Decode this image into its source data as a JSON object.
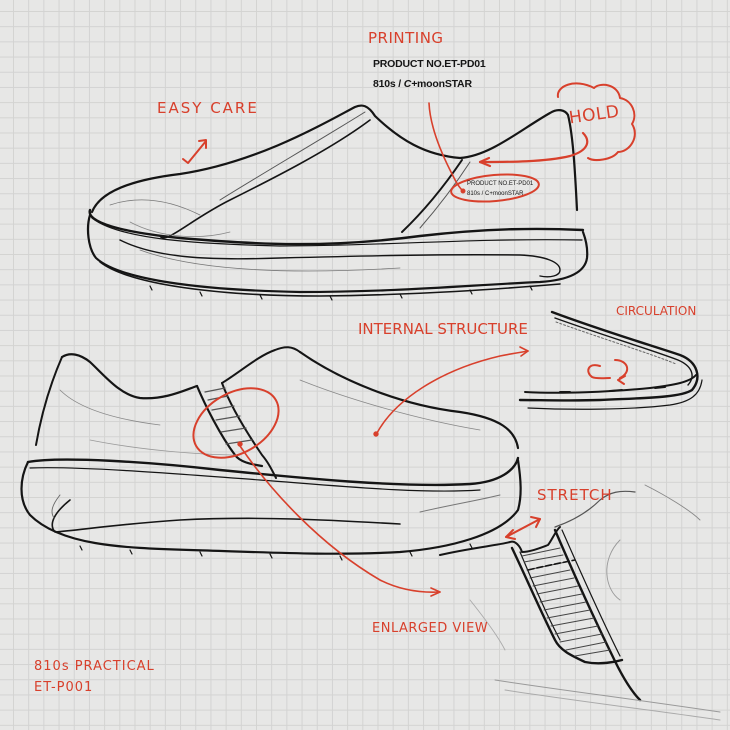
{
  "annotations": {
    "printing": "PRINTING",
    "easy_care": "EASY CARE",
    "hold": "HOLD",
    "internal_structure": "INTERNAL STRUCTURE",
    "circulation": "CIRCULATION",
    "stretch": "STRETCH",
    "enlarged_view": "ENLARGED VIEW"
  },
  "print_label": {
    "product_no": "PRODUCT NO.ET-PD01",
    "line2_prefix": "810s / ",
    "brand_glyph": "C+",
    "brand": "moonSTAR"
  },
  "shoe_print": {
    "product_no": "PRODUCT NO.ET-PD01",
    "line2": "810s / C+moonSTAR"
  },
  "footer": {
    "model_line": "810s PRACTICAL",
    "code": "ET-P001"
  },
  "colors": {
    "accent_red": "#d8402c",
    "ink": "#151515",
    "paper": "#e7e7e6",
    "grid": "#d3d3d2"
  }
}
